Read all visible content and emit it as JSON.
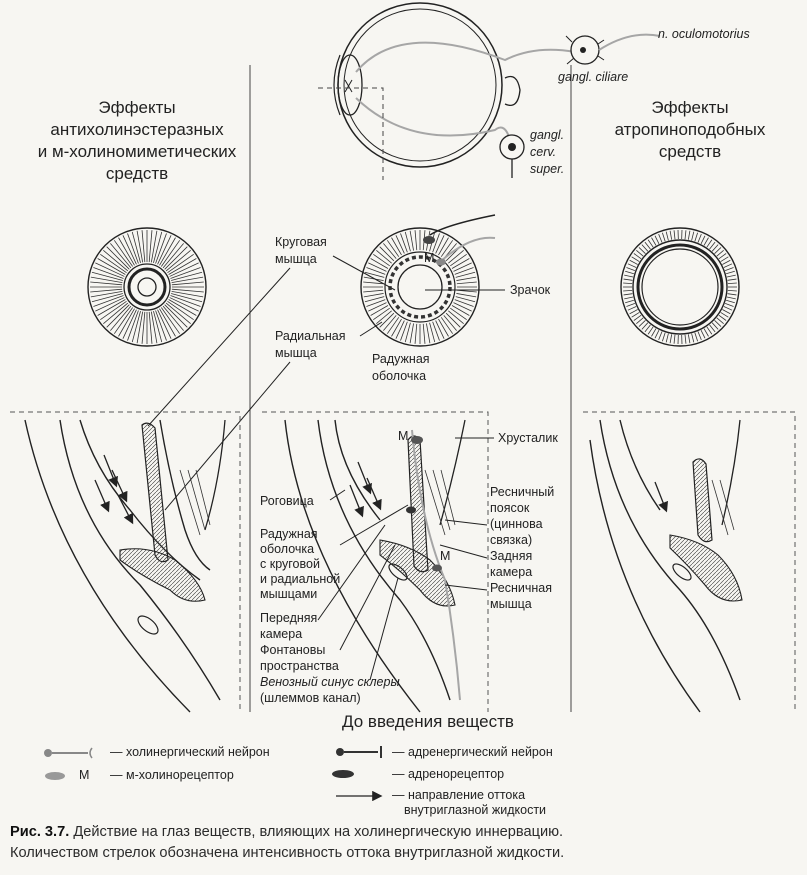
{
  "eye_labels": {
    "n_oculomotorius": "n. oculomotorius",
    "gangl_ciliare": "gangl. ciliare",
    "gangl_cerv_1": "gangl.",
    "gangl_cerv_2": "cerv.",
    "gangl_cerv_3": "super."
  },
  "left_heading": [
    "Эффекты",
    "антихолинэстеразных",
    "и м-холиномиметических",
    "средств"
  ],
  "right_heading": [
    "Эффекты",
    "атропиноподобных",
    "средств"
  ],
  "iris_labels": {
    "circular_1": "Круговая",
    "circular_2": "мышца",
    "m_marker": "М",
    "pupil": "Зрачок",
    "radial_1": "Радиальная",
    "radial_2": "мышца",
    "iris_1": "Радужная",
    "iris_2": "оболочка"
  },
  "section_labels": {
    "m_top": "М",
    "lens": "Хрусталик",
    "cornea": "Роговица",
    "zonule_1": "Ресничный",
    "zonule_2": "поясок",
    "zonule_3": "(циннова",
    "zonule_4": "связка)",
    "iris_muscles_1": "Радужная",
    "iris_muscles_2": "оболочка",
    "iris_muscles_3": "с круговой",
    "iris_muscles_4": "и радиальной",
    "iris_muscles_5": "мышцами",
    "posterior_1": "Задняя",
    "posterior_2": "камера",
    "m_ciliary": "М",
    "ciliary_1": "Ресничная",
    "ciliary_2": "мышца",
    "anterior_1": "Передняя",
    "anterior_2": "камера",
    "fontana_1": "Фонтановы",
    "fontana_2": "пространства",
    "venous_1": "Венозный синус склеры",
    "venous_2": "(шлеммов канал)"
  },
  "subtitle": "До введения веществ",
  "legend": {
    "cholinergic_neuron": "— холинергический нейрон",
    "m_symbol": "М",
    "m_receptor": "— м-холинорецептор",
    "adrenergic_neuron": "— адренергический нейрон",
    "adrenoreceptor": "— адренорецептор",
    "outflow_1": "— направление оттока",
    "outflow_2": "внутриглазной жидкости"
  },
  "caption": {
    "label": "Рис. 3.7.",
    "line1": " Действие на глаз веществ, влияющих на холинергическую иннервацию.",
    "line2": "Количеством стрелок обозначена интенсивность оттока внутриглазной жидкости."
  },
  "colors": {
    "ink": "#222222",
    "gray_nerve": "#a6a6a6",
    "background": "#f7f6f2"
  }
}
